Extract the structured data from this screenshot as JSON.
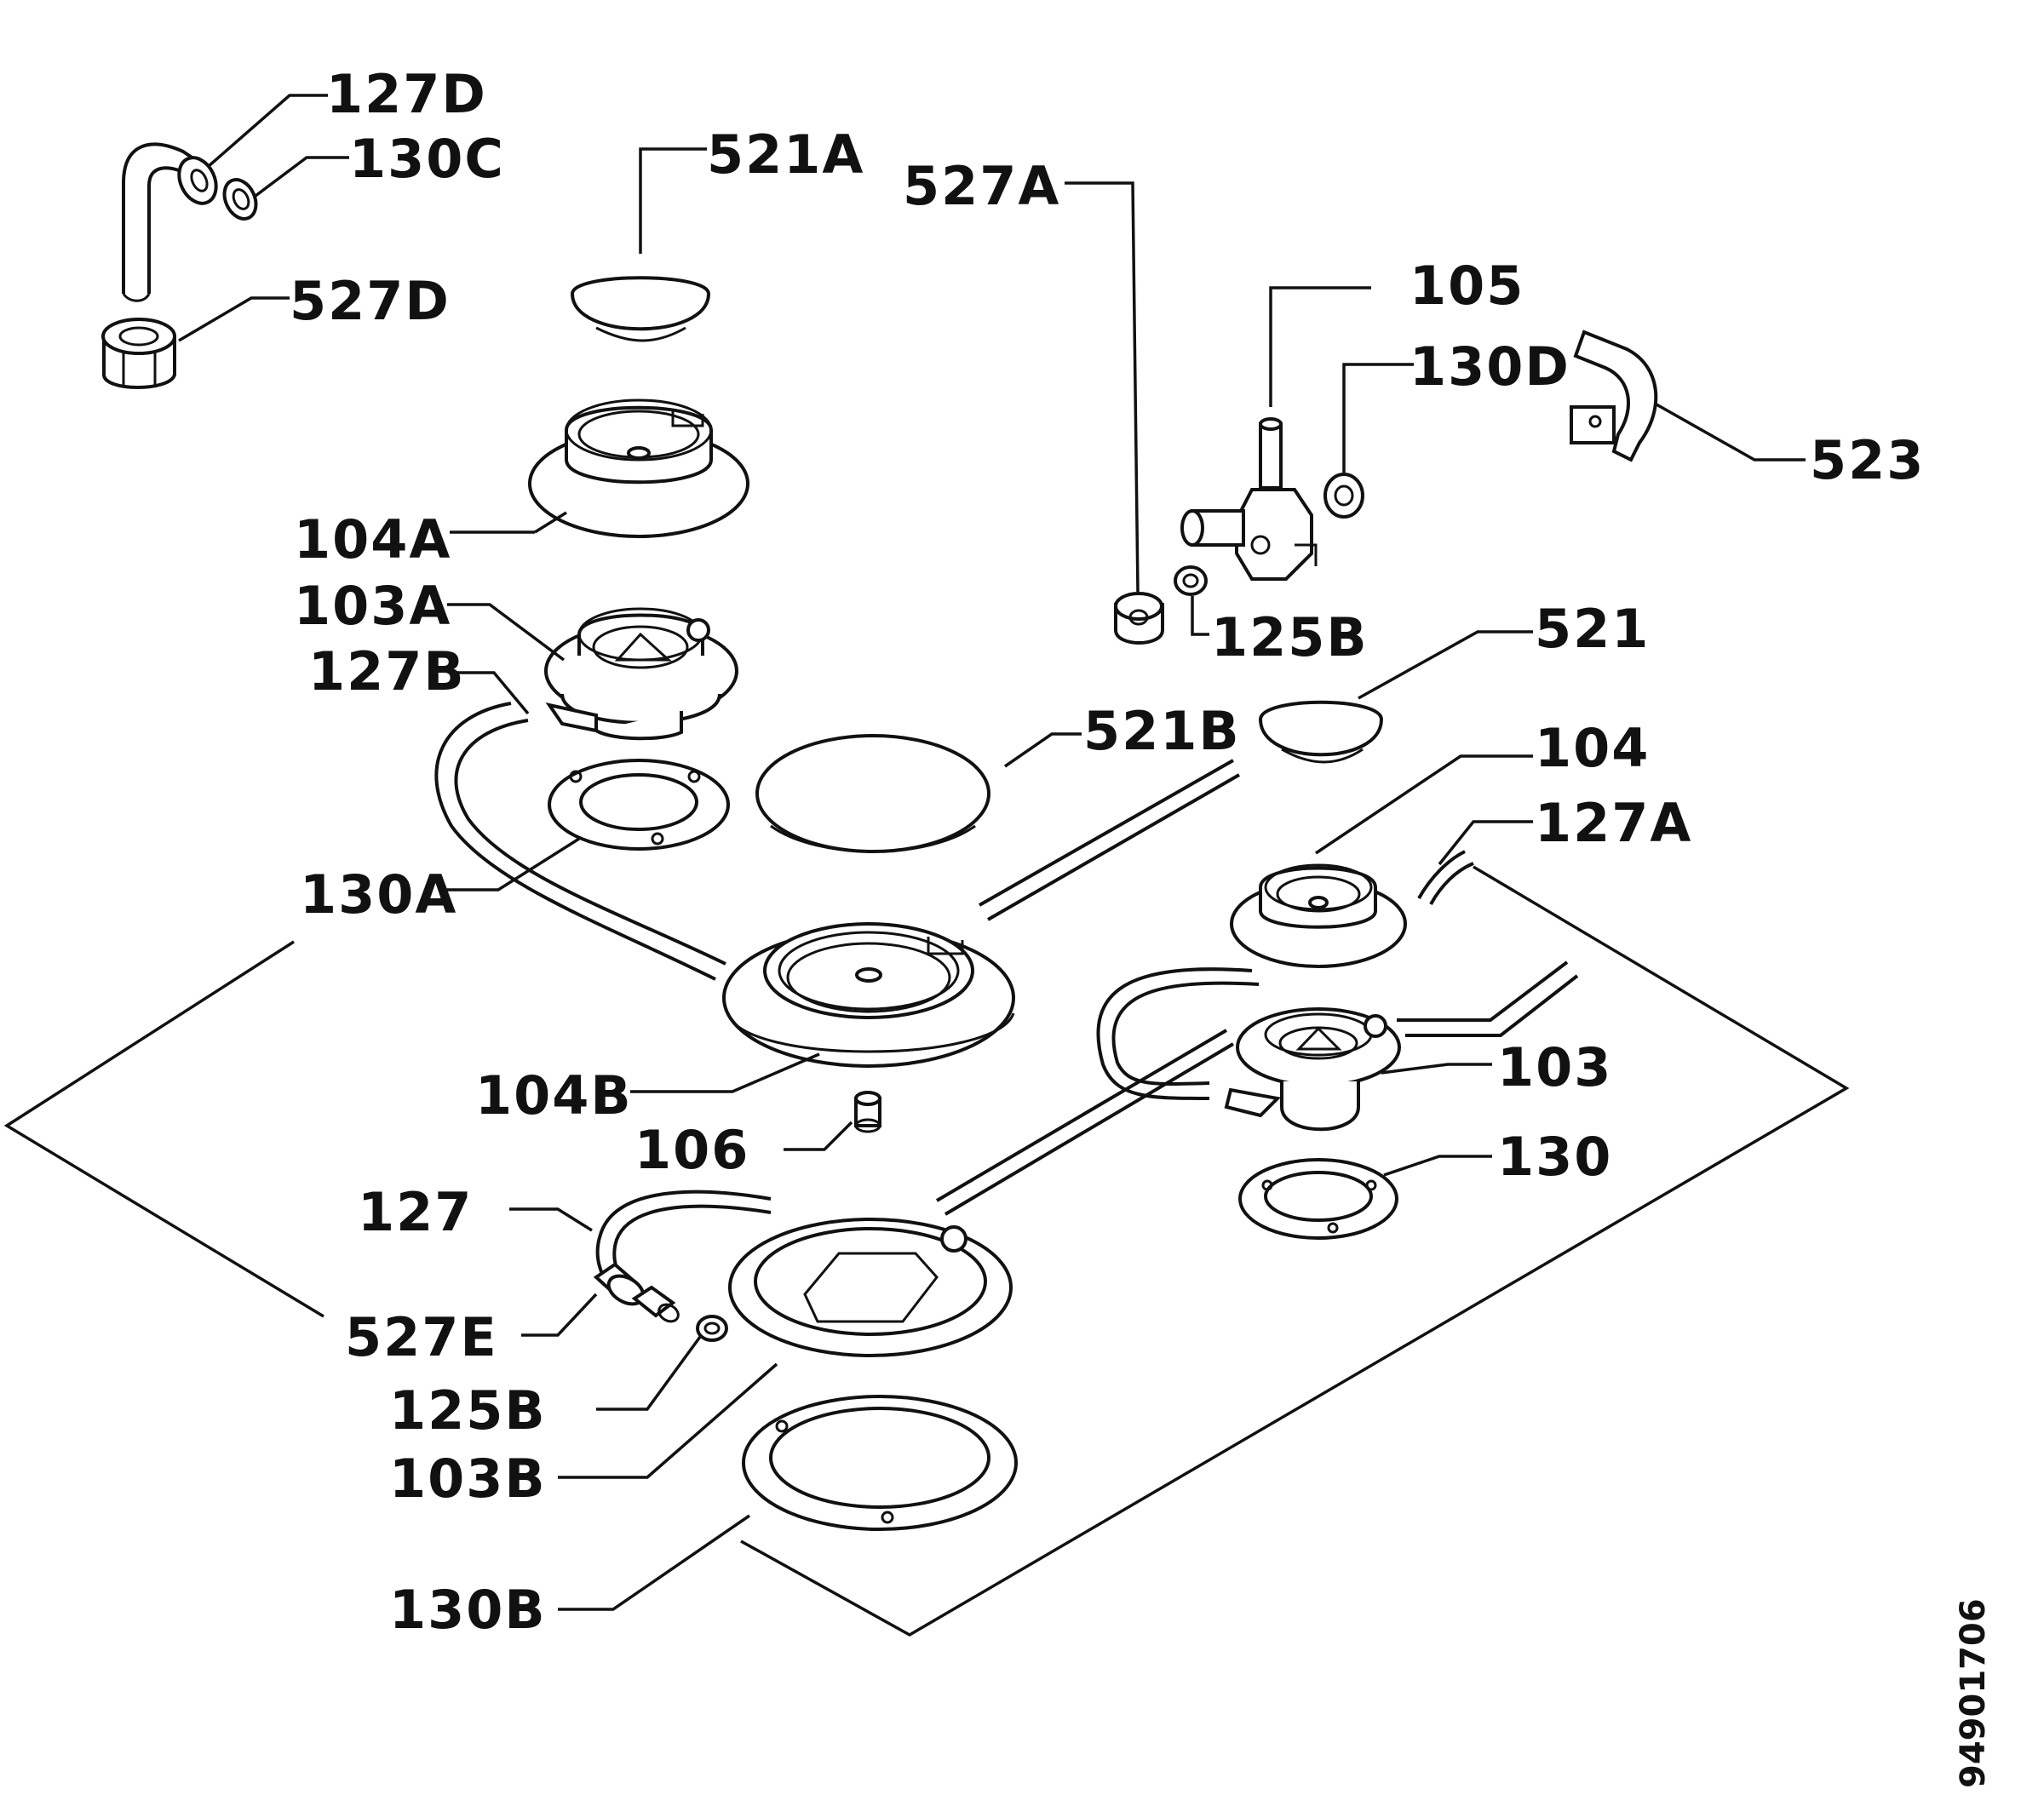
{
  "diagram": {
    "document_number": "94901706",
    "labels": [
      "127D",
      "130C",
      "527D",
      "521A",
      "527A",
      "105",
      "130D",
      "523",
      "104A",
      "103A",
      "127B",
      "125B",
      "521",
      "521B",
      "104",
      "127A",
      "130A",
      "104B",
      "103",
      "106",
      "130",
      "127",
      "527E",
      "125B",
      "103B",
      "130B"
    ]
  }
}
